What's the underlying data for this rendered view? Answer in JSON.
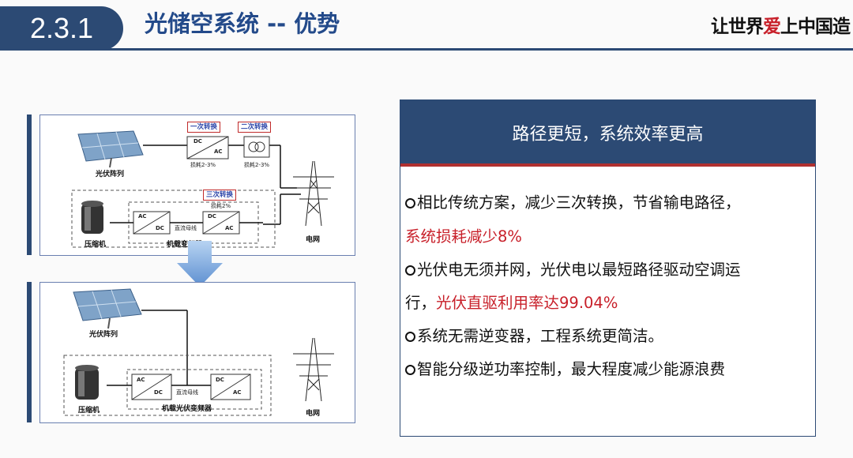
{
  "header": {
    "section_number": "2.3.1",
    "title": "光储空系统 -- 优势",
    "logo_text_a": "让世界",
    "logo_text_b": "爱",
    "logo_text_c": "上中国造"
  },
  "diagram_top": {
    "pv_label": "光伏阵列",
    "tag_1": "一次转换",
    "tag_2": "二次转换",
    "tag_3": "三次转换",
    "loss_1": "损耗2-3%",
    "loss_2": "损耗2-3%",
    "loss_3": "损耗2%",
    "dc": "DC",
    "ac": "AC",
    "dc_bus": "直流母线",
    "compressor": "压缩机",
    "inverter_label": "机载变频器",
    "grid": "电网"
  },
  "diagram_bottom": {
    "pv_label": "光伏阵列",
    "dc": "DC",
    "ac": "AC",
    "dc_bus": "直流母线",
    "compressor": "压缩机",
    "inverter_label": "机载光伏变频器",
    "grid": "电网"
  },
  "card": {
    "heading": "路径更短，系统效率更高",
    "p1_line1": "相比传统方案，减少三次转换，节省输电路径，",
    "p1_line2": "系统损耗减少8%",
    "p2_line1": "光伏电无须并网，光伏电以最短路径驱动空调运",
    "p2_line2_a": "行，",
    "p2_line2_b": "光伏直驱利用率达99.04%",
    "p3": "系统无需逆变器，工程系统更简洁。",
    "p4": "智能分级逆功率控制，最大程度减少能源浪费"
  },
  "colors": {
    "accent": "#2c4a74",
    "highlight": "#c8202a"
  }
}
